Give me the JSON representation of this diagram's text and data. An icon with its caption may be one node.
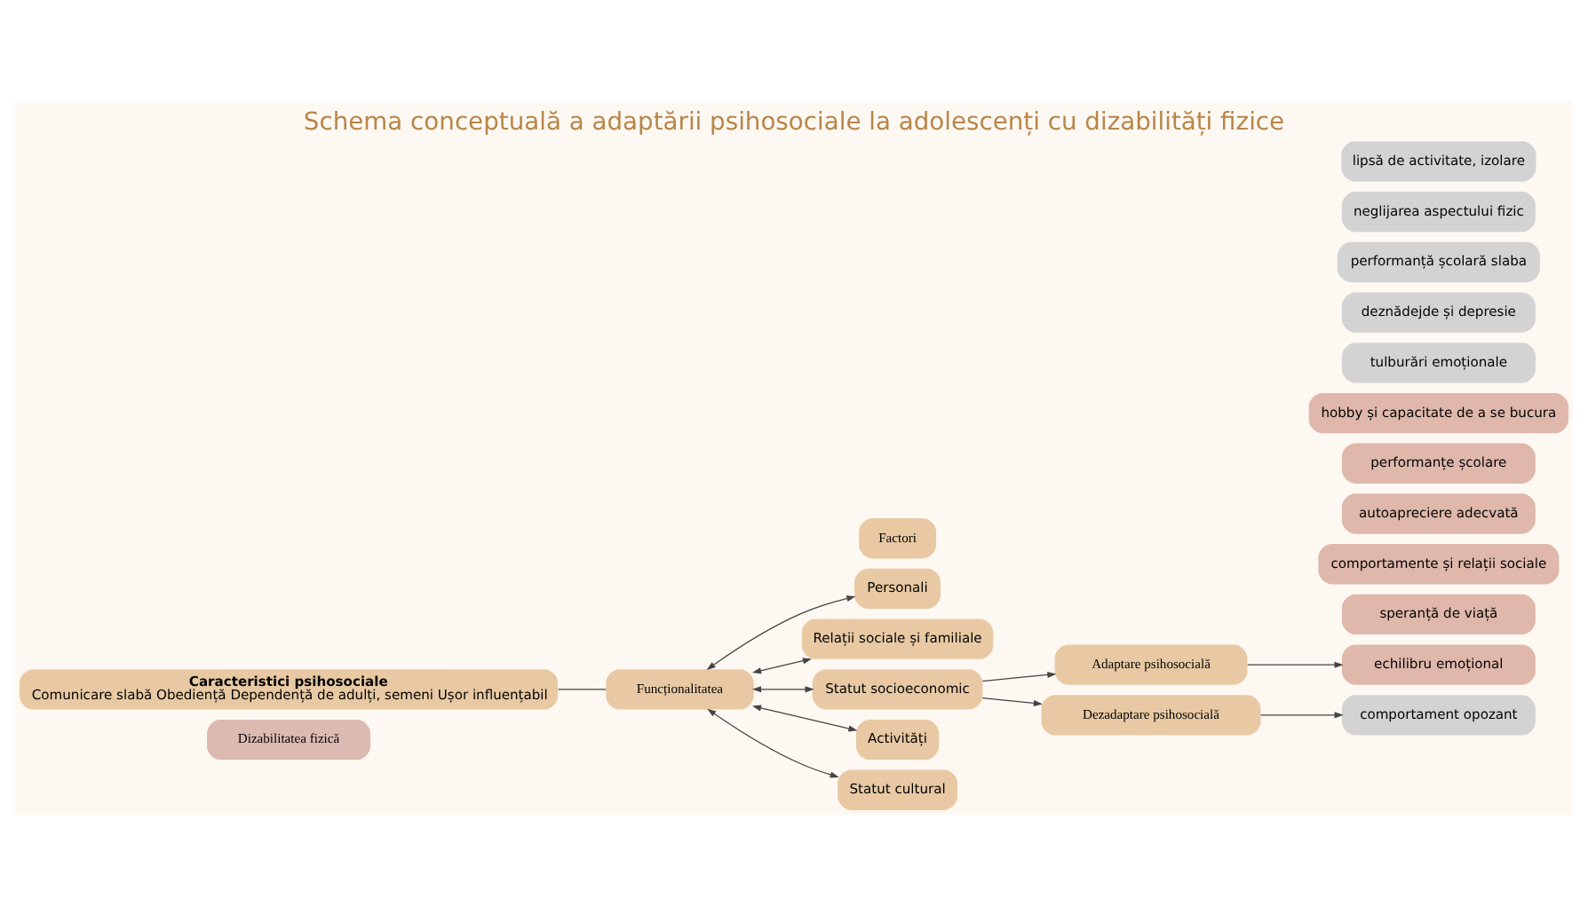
{
  "diagram": {
    "title": "Schema conceptuală a adaptării psihosociale la adolescenți cu dizabilități fizice",
    "nodes": [
      {
        "text": [
          "Dizabilitatea fizică"
        ]
      },
      {
        "text": [
          "Caracteristici psihosociale",
          "Comunicare slabă Obediență Dependență de adulți, semeni Ușor influențabil"
        ]
      },
      {
        "text": [
          "Funcționalitatea"
        ]
      },
      {
        "text": [
          "Factori"
        ]
      },
      {
        "text": [
          "Personali"
        ]
      },
      {
        "text": [
          "Relații sociale și familiale"
        ]
      },
      {
        "text": [
          "Statut socioeconomic"
        ]
      },
      {
        "text": [
          "Activități"
        ]
      },
      {
        "text": [
          "Statut cultural"
        ]
      },
      {
        "text": [
          "Adaptare psihosocială"
        ]
      },
      {
        "text": [
          "Dezadaptare psihosocială"
        ]
      },
      {
        "text": [
          "speranță de viață"
        ]
      },
      {
        "text": [
          "comportamente și relații sociale"
        ]
      },
      {
        "text": [
          "echilibru emoțional"
        ]
      },
      {
        "text": [
          "autoapreciere adecvată"
        ]
      },
      {
        "text": [
          "performanțe școlare"
        ]
      },
      {
        "text": [
          "hobby și capacitate de a se bucura"
        ]
      },
      {
        "text": [
          "comportament opozant"
        ]
      },
      {
        "text": [
          "tulburări emoționale"
        ]
      },
      {
        "text": [
          "deznădejde și depresie"
        ]
      },
      {
        "text": [
          "performanță școlară slaba"
        ]
      },
      {
        "text": [
          "neglijarea aspectului fizic"
        ]
      },
      {
        "text": [
          "lipsă de activitate, izolare"
        ]
      }
    ],
    "edges": [
      {
        "from": 1,
        "to": 2,
        "arrow": "none"
      },
      {
        "from": 2,
        "to": 4,
        "arrow": "both"
      },
      {
        "from": 2,
        "to": 5,
        "arrow": "both"
      },
      {
        "from": 2,
        "to": 6,
        "arrow": "both"
      },
      {
        "from": 2,
        "to": 7,
        "arrow": "both"
      },
      {
        "from": 2,
        "to": 8,
        "arrow": "both"
      },
      {
        "from": 6,
        "to": 9,
        "arrow": "to"
      },
      {
        "from": 6,
        "to": 10,
        "arrow": "to"
      },
      {
        "from": 9,
        "to": 13,
        "arrow": "to"
      },
      {
        "from": 10,
        "to": 17,
        "arrow": "to"
      }
    ]
  }
}
